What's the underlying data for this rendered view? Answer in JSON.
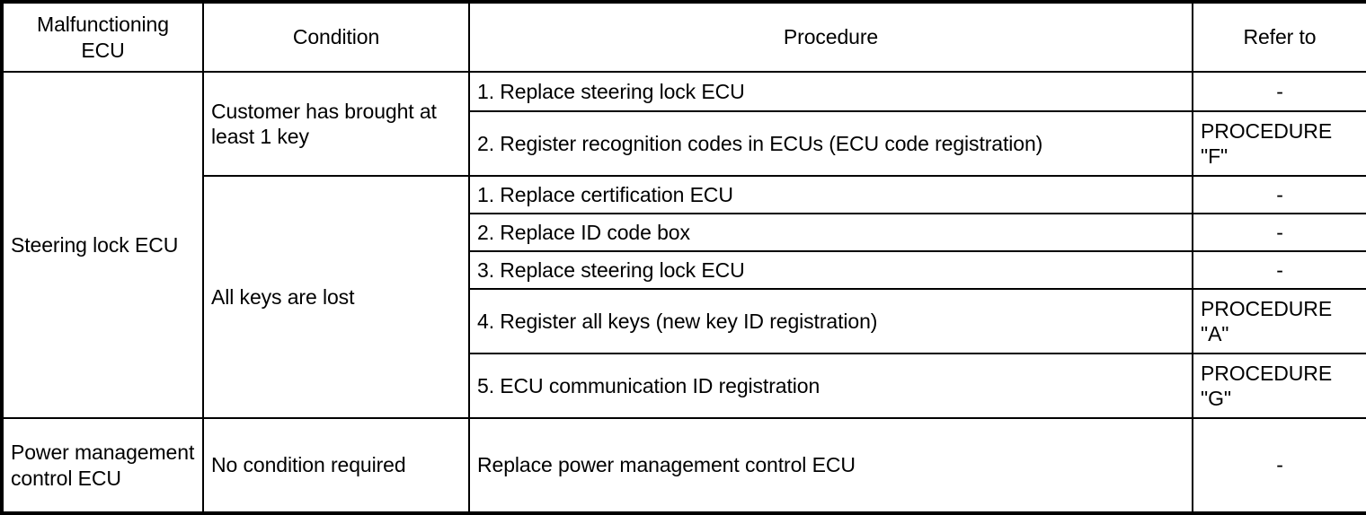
{
  "table": {
    "headers": [
      {
        "label": "Malfunctioning\nECU",
        "name": "header-malfunctioning-ecu"
      },
      {
        "label": "Condition",
        "name": "header-condition"
      },
      {
        "label": "Procedure",
        "name": "header-procedure"
      },
      {
        "label": "Refer to",
        "name": "header-refer-to"
      }
    ],
    "groups": [
      {
        "ecu": "Steering lock ECU",
        "conditions": [
          {
            "condition": "Customer has brought at least 1 key",
            "rows": [
              {
                "procedure": "1. Replace steering lock ECU",
                "refer_to": "-"
              },
              {
                "procedure": "2. Register recognition codes in ECUs (ECU code registration)",
                "refer_to": "PROCEDURE \"F\""
              }
            ]
          },
          {
            "condition": "All keys are lost",
            "rows": [
              {
                "procedure": "1. Replace certification ECU",
                "refer_to": "-"
              },
              {
                "procedure": "2. Replace ID code box",
                "refer_to": "-"
              },
              {
                "procedure": "3. Replace steering lock ECU",
                "refer_to": "-"
              },
              {
                "procedure": "4. Register all keys (new key ID registration)",
                "refer_to": "PROCEDURE \"A\""
              },
              {
                "procedure": "5. ECU communication ID registration",
                "refer_to": "PROCEDURE \"G\""
              }
            ]
          }
        ]
      },
      {
        "ecu": "Power management control ECU",
        "conditions": [
          {
            "condition": "No condition required",
            "rows": [
              {
                "procedure": "Replace power management control ECU",
                "refer_to": "-"
              }
            ]
          }
        ]
      }
    ]
  },
  "colors": {
    "border": "#000000",
    "background": "#ffffff",
    "text": "#000000"
  }
}
